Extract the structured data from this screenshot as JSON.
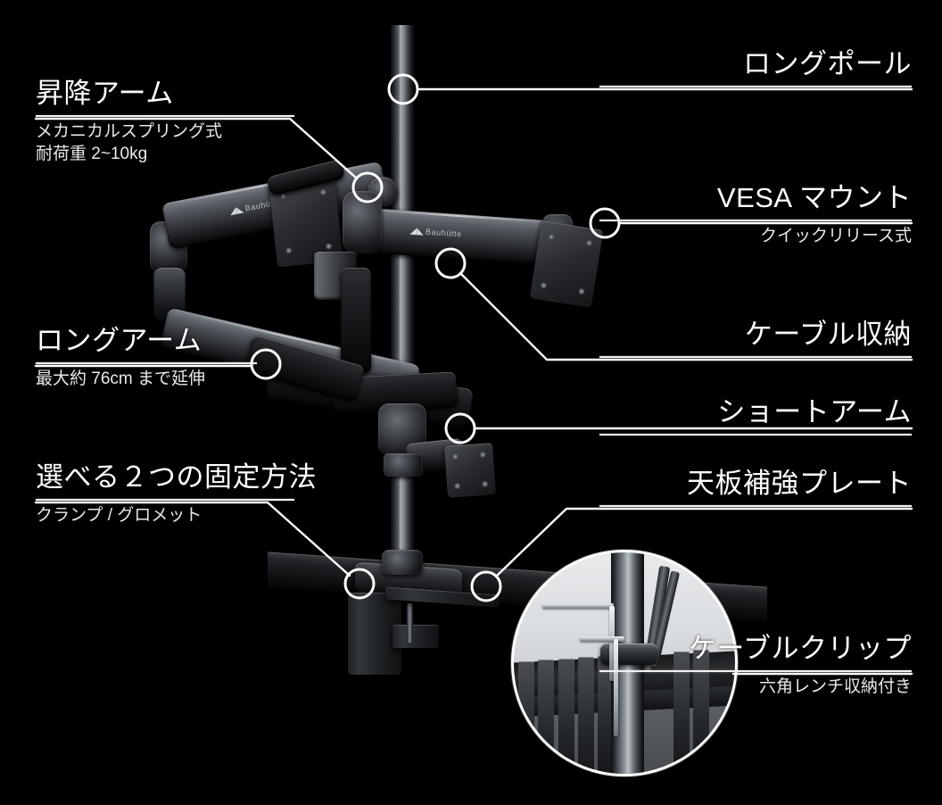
{
  "product": {
    "brand": "Bauhütte",
    "brand_mark": "M"
  },
  "callouts": {
    "lift_arm": {
      "title": "昇降アーム",
      "sub1": "メカニカルスプリング式",
      "sub2": "耐荷重 2~10kg"
    },
    "long_arm": {
      "title": "ロングアーム",
      "sub1": "最大約 76cm まで延伸"
    },
    "mounting": {
      "title": "選べる２つの固定方法",
      "sub1": "クランプ / グロメット"
    },
    "long_pole": {
      "title": "ロングポール"
    },
    "vesa_mount": {
      "title": "VESA マウント",
      "sub1": "クイックリリース式"
    },
    "cable_storage": {
      "title": "ケーブル収納"
    },
    "short_arm": {
      "title": "ショートアーム"
    },
    "plate": {
      "title": "天板補強プレート"
    },
    "cable_clip": {
      "title": "ケーブルクリップ",
      "sub1": "六角レンチ収納付き"
    }
  },
  "colors": {
    "background": "#000000",
    "text": "#ffffff",
    "rule": "#f2f2f2",
    "marker": "#ffffff"
  }
}
